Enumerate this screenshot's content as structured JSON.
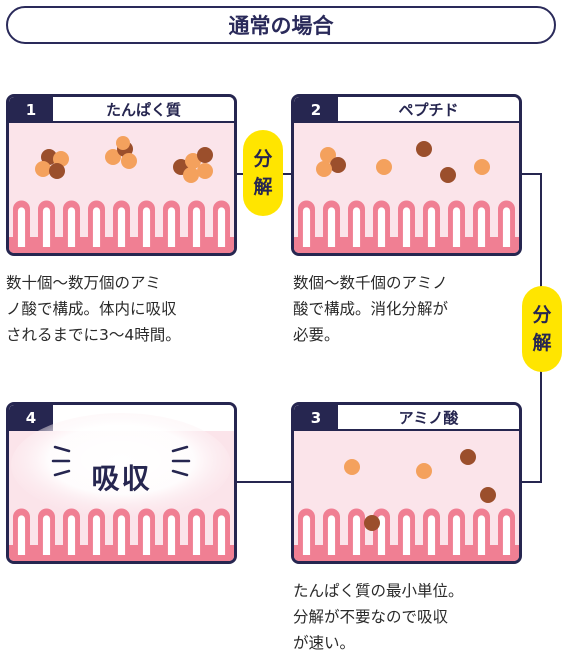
{
  "title": "通常の場合",
  "steps": [
    {
      "number": "1",
      "label": "たんぱく質",
      "description": [
        "数十個〜数万個のアミ",
        "ノ酸で構成。体内に吸収",
        "されるまでに3〜4時間。"
      ]
    },
    {
      "number": "2",
      "label": "ペプチド",
      "description": [
        "数個〜数千個のアミノ",
        "酸で構成。消化分解が",
        "必要。"
      ]
    },
    {
      "number": "3",
      "label": "アミノ酸",
      "description": [
        "たんぱく質の最小単位。",
        "分解が不要なので吸収",
        "が速い。"
      ]
    },
    {
      "number": "4",
      "label": "",
      "center_text": "吸収"
    }
  ],
  "arrows": [
    {
      "chars": [
        "分",
        "解"
      ]
    },
    {
      "chars": [
        "分",
        "解"
      ]
    }
  ],
  "colors": {
    "navy": "#262650",
    "panel_bg": "#fbe4ea",
    "villi": "#f07f93",
    "badge": "#ffe500",
    "particle_orange": "#f4a15d",
    "particle_brown": "#9b4f2c"
  }
}
